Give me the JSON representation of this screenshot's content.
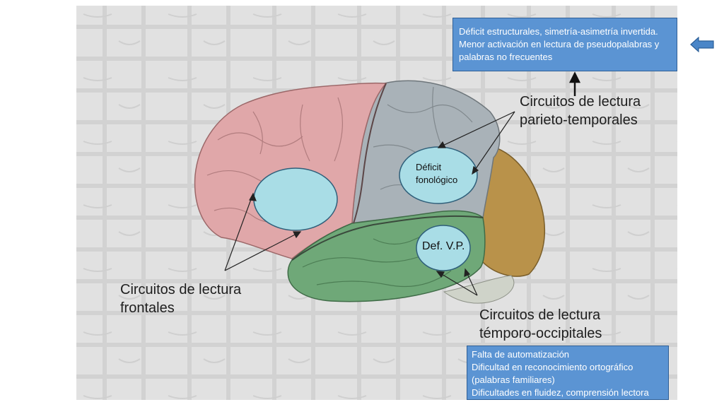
{
  "regions": {
    "parietal_label_1": "Circuitos de lectura",
    "parietal_label_2": "parieto-temporales",
    "frontal_label_1": "Circuitos de lectura",
    "frontal_label_2": "frontales",
    "temporal_label_1": "Circuitos de lectura",
    "temporal_label_2": "témporo-occipitales"
  },
  "bubbles": {
    "phonological_1": "Déficit",
    "phonological_2": "fonológico",
    "vp": "Def. V.P."
  },
  "boxes": {
    "top": [
      "Déficit estructurales, simetría-asimetría invertida.",
      "Menor activación en lectura de pseudopalabras y",
      "palabras no frecuentes"
    ],
    "bottom": [
      "Falta de automatización",
      "Dificultad en reconocimiento ortográfico",
      "(palabras familiares)",
      "Dificultades en fluidez, comprensión lectora"
    ]
  },
  "colors": {
    "frontal": "#e0a7a9",
    "parietal": "#a9b2b8",
    "temporal": "#6fa878",
    "occipital": "#b9924a",
    "bubble": "#a9dde6",
    "box": "#5b94d3",
    "arrow": "#3c78c0"
  },
  "icons": {
    "back": "left-arrow-icon"
  }
}
